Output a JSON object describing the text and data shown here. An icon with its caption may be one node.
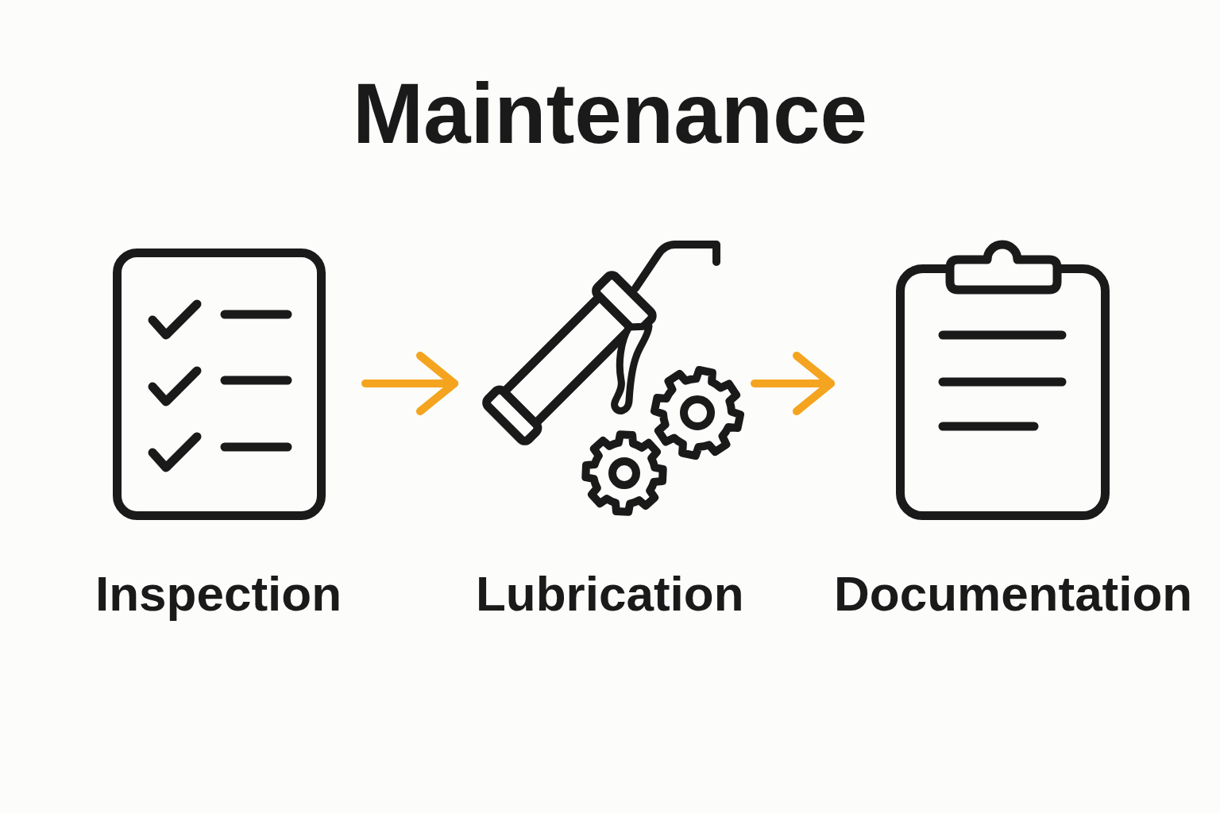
{
  "diagram": {
    "title": "Maintenance",
    "nodes": [
      {
        "text": [
          "Inspection"
        ]
      },
      {
        "text": [
          "Lubrication"
        ]
      },
      {
        "text": [
          "Documentation"
        ]
      }
    ],
    "edges": [
      {
        "from": 0,
        "to": 1,
        "arrow": "to"
      },
      {
        "from": 1,
        "to": 2,
        "arrow": "to"
      }
    ]
  }
}
